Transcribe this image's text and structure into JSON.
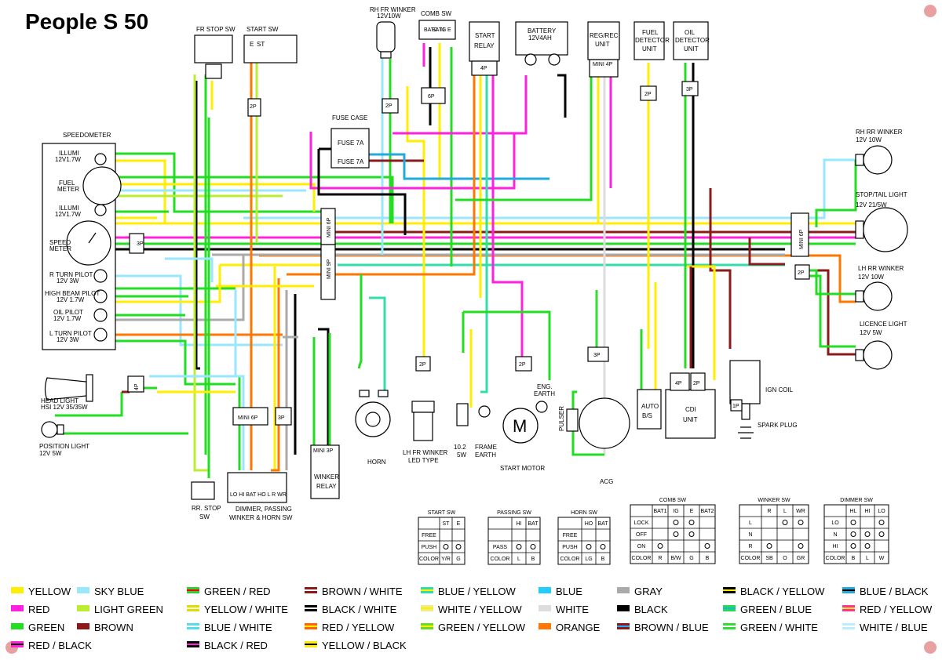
{
  "title": "People S 50",
  "components": {
    "speedometer": "SPEEDOMETER",
    "illumi_top": [
      "ILLUMI",
      "12V1.7W"
    ],
    "fuel_meter": [
      "FUEL",
      "METER"
    ],
    "illumi_mid": [
      "ILLUMI",
      "12V1.7W"
    ],
    "speed_meter": [
      "SPEED",
      "METER"
    ],
    "r_turn_pilot": [
      "R TURN PILOT",
      "12V 3W"
    ],
    "high_beam_pilot": [
      "HIGH BEAM PILOT",
      "12V 1.7W"
    ],
    "oil_pilot": [
      "OIL PILOT",
      "12V 1.7W"
    ],
    "l_turn_pilot": [
      "L TURN PILOT",
      "12V 3W"
    ],
    "head_light": [
      "HEAD LIGHT",
      "HSI 12V 35/35W"
    ],
    "position_light": [
      "POSITION LIGHT",
      "12V 5W"
    ],
    "fr_stop_sw": "FR STOP SW",
    "start_sw_top": "START SW",
    "start_sw_terms": [
      "E",
      "ST"
    ],
    "rh_fr_winker": [
      "RH FR WINKER",
      "12V10W"
    ],
    "comb_sw_top": "COMB SW",
    "comb_sw_terms": [
      "BAT2",
      "BAT1",
      "IG",
      "E"
    ],
    "start_relay": [
      "START",
      "RELAY"
    ],
    "battery": [
      "BATTERY",
      "12V4AH"
    ],
    "reg_rec": [
      "REG/REC",
      "UNIT"
    ],
    "fuel_detector": [
      "FUEL",
      "DETECTOR",
      "UNIT"
    ],
    "oil_detector": [
      "OIL",
      "DETECTOR",
      "UNIT"
    ],
    "fuse_case": "FUSE CASE",
    "fuse1": "FUSE 7A",
    "fuse2": "FUSE 7A",
    "rh_rr_winker": [
      "RH RR WINKER",
      "12V 10W"
    ],
    "stop_tail": [
      "STOP/TAIL LIGHT",
      "12V 21/5W"
    ],
    "lh_rr_winker": [
      "LH RR WINKER",
      "12V 10W"
    ],
    "licence_light": [
      "LICENCE LIGHT",
      "12V 5W"
    ],
    "ign_coil": "IGN COIL",
    "spark_plug": "SPARK PLUG",
    "cdi": [
      "CDI",
      "UNIT"
    ],
    "auto_bs": [
      "AUTO",
      "B/S"
    ],
    "acg": "ACG",
    "pulser": "PULSER",
    "start_motor": "START MOTOR",
    "eng_earth": [
      "ENG.",
      "EARTH"
    ],
    "frame_earth": [
      "FRAME",
      "EARTH"
    ],
    "resistor": [
      "10.2",
      "5W"
    ],
    "lh_fr_winker": [
      "LH FR WINKER",
      "LED TYPE"
    ],
    "horn": "HORN",
    "winker_relay": [
      "WINKER",
      "RELAY"
    ],
    "rr_stop_sw": [
      "RR. STOP",
      "SW"
    ],
    "dimmer_sw_block": [
      "DIMMER, PASSING",
      "WINKER & HORN SW"
    ],
    "dimmer_terms": "LO HI BAT HO L R WR",
    "m": "M"
  },
  "connectors": {
    "c2p": "2P",
    "c3p": "3P",
    "c4p": "4P",
    "c6p": "6P",
    "c1p": "1P",
    "mini6p": "MINI 6P",
    "mini9p": "MINI 9P",
    "mini4p": "MINI 4P",
    "mini3p": "MINI 3P"
  },
  "tables": [
    {
      "title": "START SW",
      "header": [
        "",
        "ST",
        "E"
      ],
      "rows": [
        [
          "FREE",
          "",
          ""
        ],
        [
          "PUSH",
          "o",
          "o"
        ],
        [
          "COLOR",
          "Y/R",
          "G"
        ]
      ]
    },
    {
      "title": "PASSING SW",
      "header": [
        "",
        "HI",
        "BAT"
      ],
      "rows": [
        [
          "",
          "",
          ""
        ],
        [
          "PASS",
          "o",
          "o"
        ],
        [
          "COLOR",
          "L",
          "B"
        ]
      ]
    },
    {
      "title": "HORN SW",
      "header": [
        "",
        "HO",
        "BAT"
      ],
      "rows": [
        [
          "FREE",
          "",
          ""
        ],
        [
          "PUSH",
          "o",
          "o"
        ],
        [
          "COLOR",
          "LG",
          "B"
        ]
      ]
    },
    {
      "title": "COMB SW",
      "header": [
        "",
        "BAT1",
        "IG",
        "E",
        "BAT2"
      ],
      "rows": [
        [
          "LOCK",
          "",
          "o",
          "o",
          ""
        ],
        [
          "OFF",
          "",
          "o",
          "o",
          ""
        ],
        [
          "ON",
          "o",
          "",
          "",
          "o"
        ],
        [
          "COLOR",
          "R",
          "B/W",
          "G",
          "B"
        ]
      ]
    },
    {
      "title": "WINKER SW",
      "header": [
        "",
        "R",
        "L",
        "WR"
      ],
      "rows": [
        [
          "L",
          "",
          "o",
          "o"
        ],
        [
          "N",
          "",
          "",
          ""
        ],
        [
          "R",
          "o",
          "",
          "o"
        ],
        [
          "COLOR",
          "SB",
          "O",
          "GR"
        ]
      ]
    },
    {
      "title": "DIMMER SW",
      "header": [
        "",
        "HL",
        "HI",
        "LO"
      ],
      "rows": [
        [
          "LO",
          "o",
          "",
          "o"
        ],
        [
          "N",
          "o",
          "o",
          "o"
        ],
        [
          "HI",
          "o",
          "o",
          ""
        ],
        [
          "COLOR",
          "B",
          "L",
          "W"
        ]
      ]
    }
  ],
  "legend": [
    {
      "label": "YELLOW",
      "c1": "#ffee00",
      "c2": ""
    },
    {
      "label": "SKY BLUE",
      "c1": "#99e6ff",
      "c2": ""
    },
    {
      "label": "GREEN / RED",
      "c1": "#33cc33",
      "c2": "#ff0000"
    },
    {
      "label": "BROWN / WHITE",
      "c1": "#8b1a1a",
      "c2": "#ffffff"
    },
    {
      "label": "BLUE / YELLOW",
      "c1": "#33ddaa",
      "c2": "#ffee00"
    },
    {
      "label": "BLUE",
      "c1": "#22ccff",
      "c2": ""
    },
    {
      "label": "GRAY",
      "c1": "#aaaaaa",
      "c2": ""
    },
    {
      "label": "BLACK / YELLOW",
      "c1": "#000000",
      "c2": "#ffee00"
    },
    {
      "label": "BLUE / BLACK",
      "c1": "#22aadd",
      "c2": "#000000"
    },
    {
      "label": "RED",
      "c1": "#ff22dd",
      "c2": ""
    },
    {
      "label": "LIGHT GREEN",
      "c1": "#bbee33",
      "c2": ""
    },
    {
      "label": "YELLOW / WHITE",
      "c1": "#dddd00",
      "c2": "#ffffff"
    },
    {
      "label": "BLACK / WHITE",
      "c1": "#000000",
      "c2": "#ffffff"
    },
    {
      "label": "WHITE / YELLOW",
      "c1": "#eeee88",
      "c2": "#ffee00"
    },
    {
      "label": "WHITE",
      "c1": "#dddddd",
      "c2": ""
    },
    {
      "label": "BLACK",
      "c1": "#000000",
      "c2": ""
    },
    {
      "label": "GREEN / BLUE",
      "c1": "#22dd44",
      "c2": "#22aaff"
    },
    {
      "label": "RED / YELLOW",
      "c1": "#ff3399",
      "c2": "#ffee00"
    },
    {
      "label": "GREEN",
      "c1": "#22dd22",
      "c2": ""
    },
    {
      "label": "BROWN",
      "c1": "#8b1a1a",
      "c2": ""
    },
    {
      "label": "BLUE / WHITE",
      "c1": "#55ddee",
      "c2": "#ffffff"
    },
    {
      "label": "RED / YELLOW",
      "c1": "#ff6600",
      "c2": "#ffee00"
    },
    {
      "label": "GREEN / YELLOW",
      "c1": "#66dd22",
      "c2": "#ffee00"
    },
    {
      "label": "ORANGE",
      "c1": "#ff7700",
      "c2": ""
    },
    {
      "label": "BROWN / BLUE",
      "c1": "#8b1a1a",
      "c2": "#22aaff"
    },
    {
      "label": "GREEN / WHITE",
      "c1": "#33dd33",
      "c2": "#ffffff"
    },
    {
      "label": "WHITE / BLUE",
      "c1": "#bbeeff",
      "c2": "#ffffff"
    },
    {
      "label": "RED / BLACK",
      "c1": "#ff22dd",
      "c2": "#000000"
    },
    {
      "label": "BLACK / RED",
      "c1": "#000000",
      "c2": "#ff22dd"
    },
    {
      "label": "YELLOW / BLACK",
      "c1": "#ffee00",
      "c2": "#000000"
    }
  ],
  "colors": {
    "yellow": "#ffee00",
    "skyblue": "#99e6ff",
    "red": "#ff22dd",
    "green": "#22dd22",
    "lightgreen": "#bbee33",
    "brown": "#8b1a1a",
    "black": "#000000",
    "orange": "#ff7700",
    "gray": "#aaaaaa",
    "blue": "#22ccff",
    "white": "#dddddd",
    "teal": "#33ddaa"
  }
}
